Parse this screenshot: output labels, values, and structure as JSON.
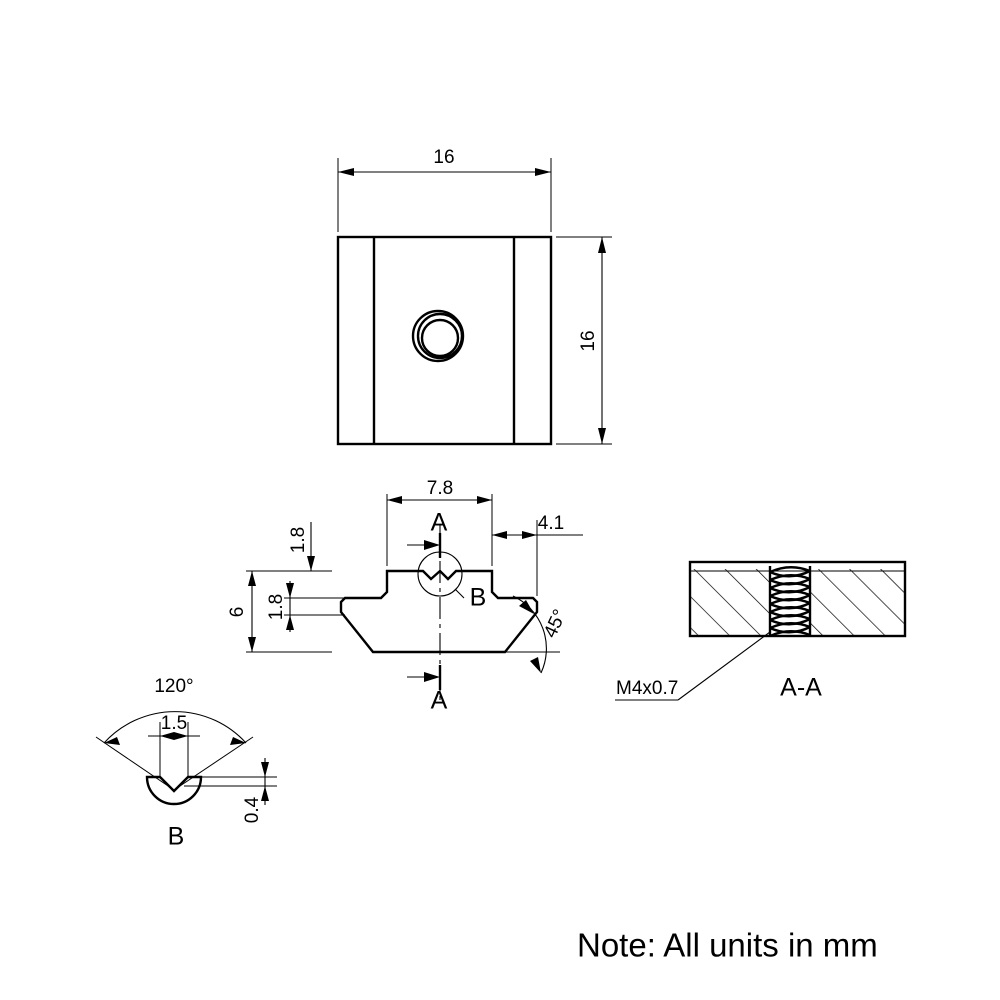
{
  "drawing": {
    "note": "Note: All units in mm",
    "units": "mm",
    "line_color": "#000000",
    "background_color": "#ffffff"
  },
  "views": {
    "top_view": {
      "name": "top-view",
      "width_dimension": "16",
      "height_dimension": "16",
      "feature": "threaded-hole-concentric-circles"
    },
    "front_view": {
      "name": "front-view",
      "dimensions": {
        "slot_width": "7.8",
        "flange_offset": "4.1",
        "total_height": "6",
        "top_step_height": "1.8",
        "lower_step_height": "1.8",
        "chamfer_angle": "45°"
      },
      "section_label_top": "A",
      "section_label_bottom": "A",
      "detail_label": "B"
    },
    "detail_b": {
      "name": "detail-b",
      "label": "B",
      "angle": "120°",
      "width": "1.5",
      "depth": "0.4"
    },
    "section_aa": {
      "name": "section-a-a",
      "label": "A-A",
      "thread_callout": "M4x0.7"
    }
  }
}
